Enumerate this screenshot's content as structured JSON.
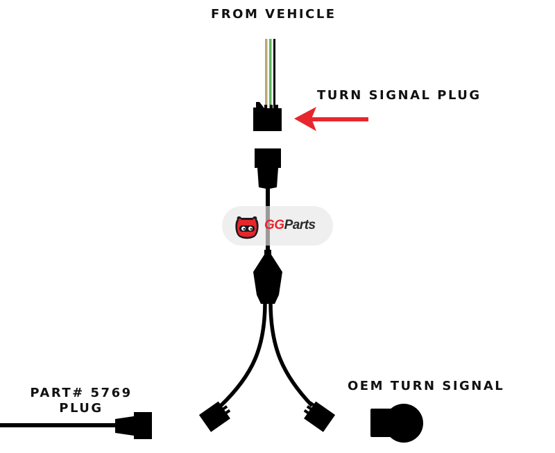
{
  "labels": {
    "from_vehicle": "FROM VEHICLE",
    "turn_signal_plug": "TURN SIGNAL PLUG",
    "part_line1": "PART# 5769",
    "part_line2": "PLUG",
    "oem_turn_signal": "OEM TURN SIGNAL"
  },
  "logo": {
    "brand_prefix": "GG",
    "brand_suffix": "Parts",
    "icon": "mascot-icon"
  },
  "colors": {
    "arrow": "#e8262d",
    "wire_tan": "#b8a978",
    "wire_green": "#5fb85a",
    "wire_black": "#000000",
    "connector": "#000000",
    "logo_bg": "#efefef",
    "logo_red": "#e8262d"
  },
  "wires": [
    "tan",
    "green",
    "black"
  ]
}
